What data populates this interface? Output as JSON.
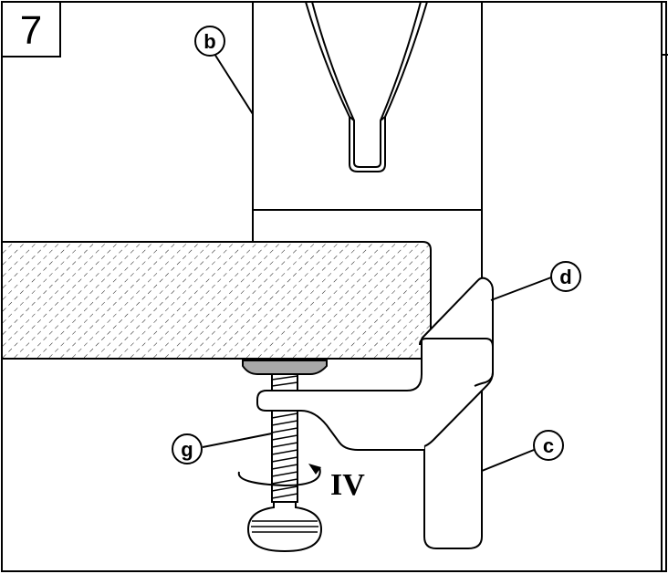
{
  "step_number": "7",
  "callouts": {
    "b": "b",
    "c": "c",
    "d": "d",
    "g": "g"
  },
  "rotation_label": "IV"
}
